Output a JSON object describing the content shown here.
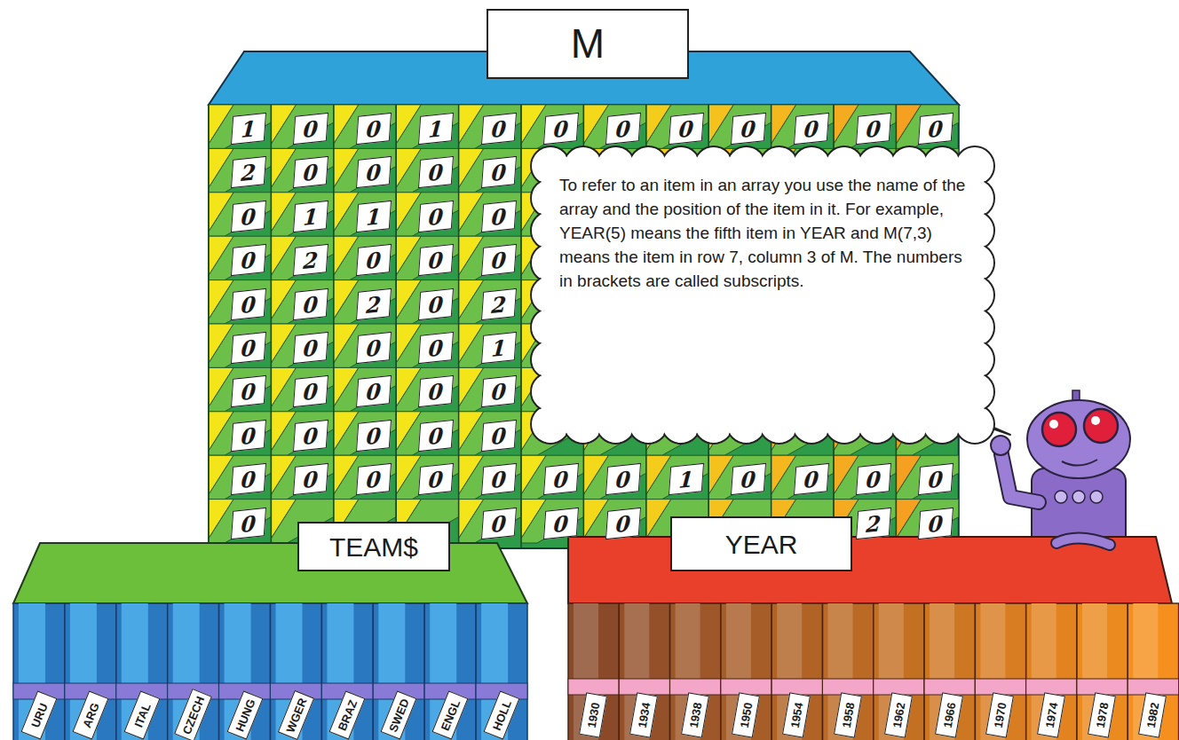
{
  "diagram": {
    "nodes": [
      {
        "text": [
          "M"
        ]
      },
      {
        "text": [
          "To refer to an item in an array you use the name of the array and the position of the item in it. For example, YEAR(5) means the fifth item in YEAR and M(7,3) means the item in row 7, column 3 of M. The numbers in brackets are called subscripts."
        ]
      },
      {
        "text": [
          "TEAM$"
        ]
      },
      {
        "text": [
          "YEAR"
        ]
      }
    ],
    "labels": [
      "1",
      "0",
      "0",
      "1",
      "0",
      "0",
      "0",
      "0",
      "0",
      "0",
      "0",
      "0",
      "2",
      "0",
      "0",
      "0",
      "0",
      "0",
      "1",
      "1",
      "0",
      "0",
      "0",
      "2",
      "0",
      "0",
      "0",
      "0",
      "0",
      "2",
      "0",
      "2",
      "0",
      "0",
      "0",
      "0",
      "1",
      "0",
      "0",
      "0",
      "0",
      "0",
      "0",
      "0",
      "0",
      "0",
      "0",
      "0",
      "0",
      "0",
      "0",
      "0",
      "0",
      "0",
      "1",
      "0",
      "0",
      "0",
      "0",
      "0",
      "0",
      "0",
      "0",
      "2",
      "0",
      "URU",
      "ARG",
      "ITAL",
      "CZECH",
      "HUNG",
      "WGER",
      "BRAZ",
      "SWED",
      "ENGL",
      "HOLL",
      "1930",
      "1934",
      "1938",
      "1950",
      "1954",
      "1958",
      "1962",
      "1966",
      "1970",
      "1974",
      "1978",
      "1982"
    ]
  }
}
